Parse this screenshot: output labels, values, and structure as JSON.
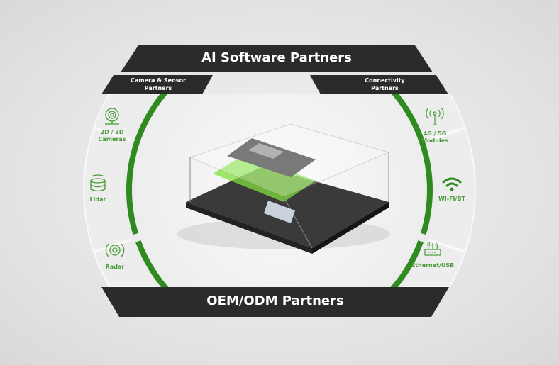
{
  "banners": {
    "top": "AI Software Partners",
    "camera": "Camera & Sensor\nPartners",
    "connectivity": "Connectivity\nPartners",
    "bottom": "OEM/ODM Partners"
  },
  "left_segments": [
    {
      "label": "2D / 3D\nCameras",
      "icon": "webcam-icon"
    },
    {
      "label": "Lidar",
      "icon": "lidar-icon"
    },
    {
      "label": "Radar",
      "icon": "radar-icon"
    }
  ],
  "right_segments": [
    {
      "label": "4G / 5G\nModules",
      "icon": "antenna-icon"
    },
    {
      "label": "WI-FI/BT",
      "icon": "wifi-icon"
    },
    {
      "label": "Ethernet/USB",
      "icon": "router-icon"
    }
  ],
  "colors": {
    "green": "#2f8a1f",
    "banner": "#2b2b2b",
    "label_green": "#4a9a3a"
  }
}
